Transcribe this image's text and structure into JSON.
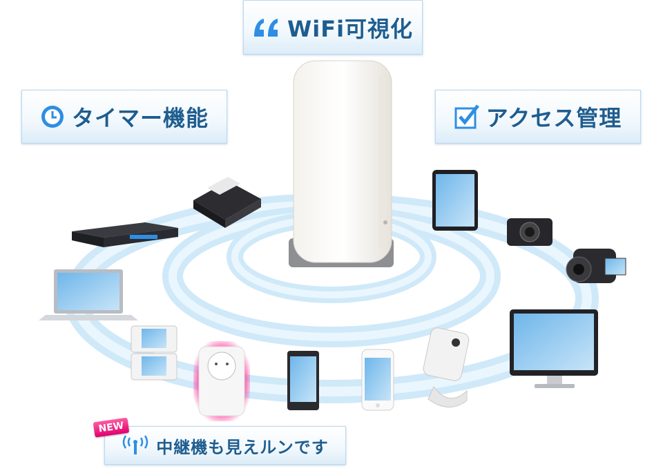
{
  "labels": {
    "wifi": "WiFi可視化",
    "timer": "タイマー機能",
    "access": "アクセス管理",
    "repeater": "中継機も見えルンです"
  },
  "badge": {
    "new": "NEW"
  },
  "colors": {
    "label_text": "#1e5d8f",
    "ring": "#9ed3f2",
    "highlight": "#ff3d9a"
  },
  "icons": [
    "quote-icon",
    "clock-icon",
    "checkbox-icon",
    "signal-icon"
  ]
}
